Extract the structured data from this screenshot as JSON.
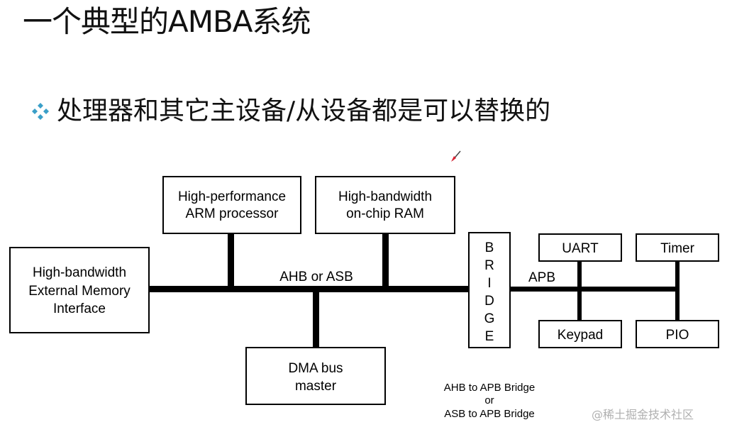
{
  "title": "一个典型的AMBA系统",
  "bullet": {
    "text": "处理器和其它主设备/从设备都是可以替换的",
    "icon": "diamond-bullet-icon",
    "icon_color": "#3a9fc8"
  },
  "diagram": {
    "boxes": {
      "processor": [
        "High-performance",
        "ARM processor"
      ],
      "ram": [
        "High-bandwidth",
        "on-chip RAM"
      ],
      "ext_mem": [
        "High-bandwidth",
        "External Memory",
        "Interface"
      ],
      "dma": [
        "DMA bus",
        "master"
      ],
      "bridge": [
        "B",
        "R",
        "I",
        "D",
        "G",
        "E"
      ],
      "uart": "UART",
      "timer": "Timer",
      "keypad": "Keypad",
      "pio": "PIO"
    },
    "labels": {
      "ahb_bus": "AHB or ASB",
      "apb_bus": "APB",
      "bridge_note": [
        "AHB to APB Bridge",
        "or",
        "ASB to APB Bridge"
      ]
    }
  },
  "watermark": "@稀土掘金技术社区"
}
